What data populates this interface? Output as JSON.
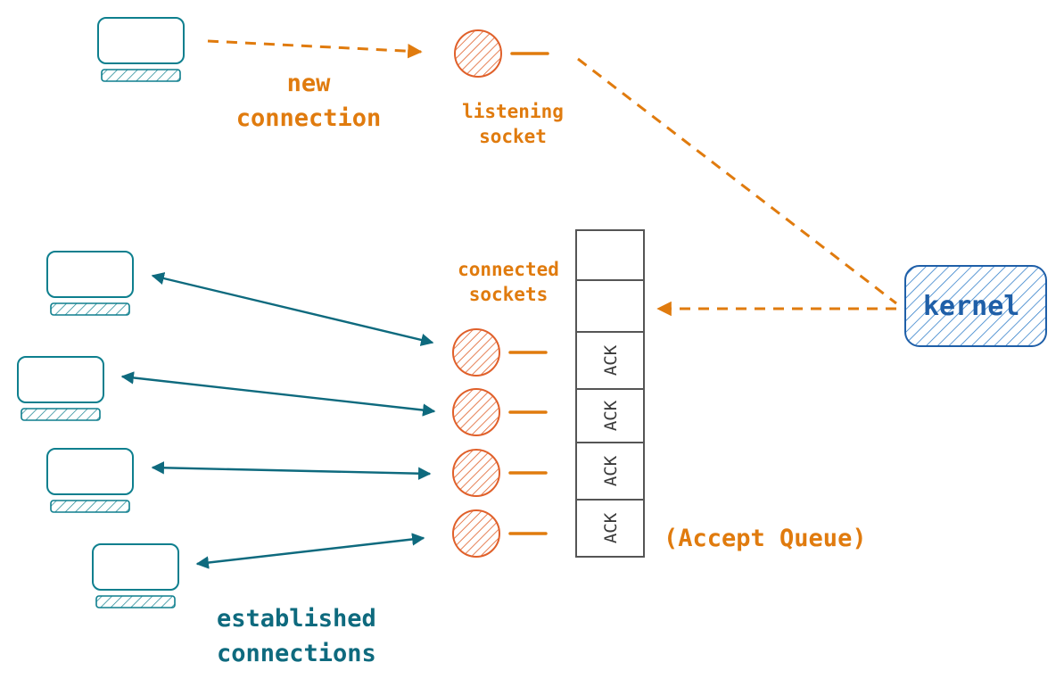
{
  "labels": {
    "new_connection": "new\nconnection",
    "listening_socket": "listening\nsocket",
    "connected_sockets": "connected\nsockets",
    "kernel": "kernel",
    "accept_queue": "(Accept Queue)",
    "established_connections": "established\nconnections"
  },
  "queue": {
    "cells": [
      "",
      "",
      "ACK",
      "ACK",
      "ACK",
      "ACK"
    ]
  },
  "icons": {
    "client": "laptop-icon",
    "socket": "socket-circle-icon",
    "kernel": "kernel-box-icon"
  },
  "colors": {
    "orange": "#e07b0e",
    "socket": "#e0602a",
    "teal": "#0e6a7e",
    "kernel": "#1f5fa8",
    "cell_border": "#555555"
  }
}
